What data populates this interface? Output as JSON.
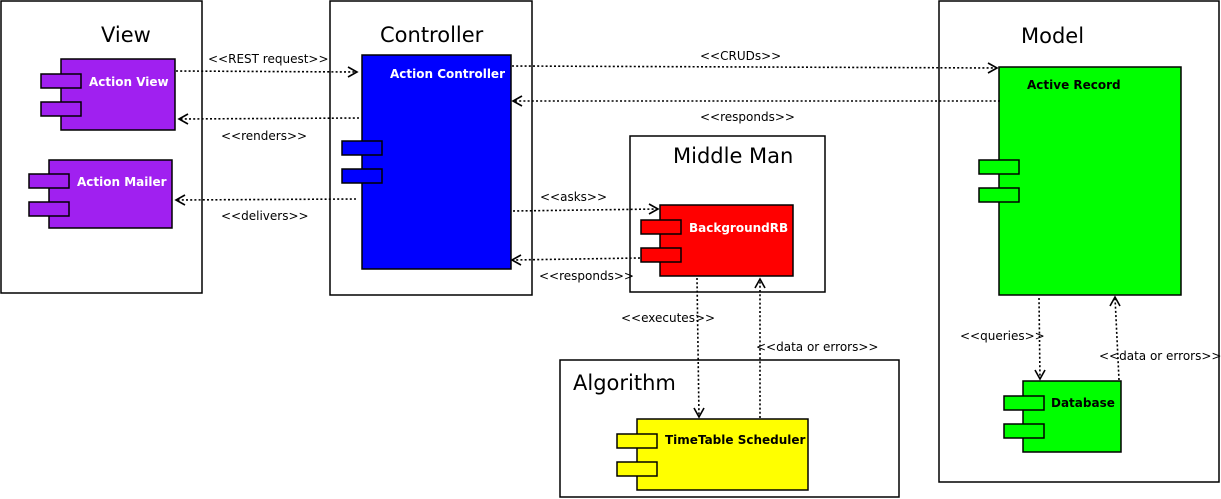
{
  "colors": {
    "view": "#a020f0",
    "controller": "#0000ff",
    "middle_man": "#ff0000",
    "algorithm": "#ffff00",
    "model": "#00ff00",
    "line": "#000000"
  },
  "packages": {
    "view": "View",
    "controller": "Controller",
    "middle_man": "Middle Man",
    "algorithm": "Algorithm",
    "model": "Model"
  },
  "components": {
    "action_view": "Action View",
    "action_mailer": "Action Mailer",
    "action_controller": "Action Controller",
    "background_rb": "BackgroundRB",
    "timetable_scheduler": "TimeTable Scheduler",
    "active_record": "Active Record",
    "database": "Database"
  },
  "relations": {
    "rest_request": "<<REST request>>",
    "renders": "<<renders>>",
    "delivers": "<<delivers>>",
    "cruds": "<<CRUDs>>",
    "responds_model": "<<responds>>",
    "asks": "<<asks>>",
    "responds_mm": "<<responds>>",
    "executes": "<<executes>>",
    "data_or_errors_algo": "<<data or errors>>",
    "queries": "<<queries>>",
    "data_or_errors_db": "<<data or errors>>"
  }
}
